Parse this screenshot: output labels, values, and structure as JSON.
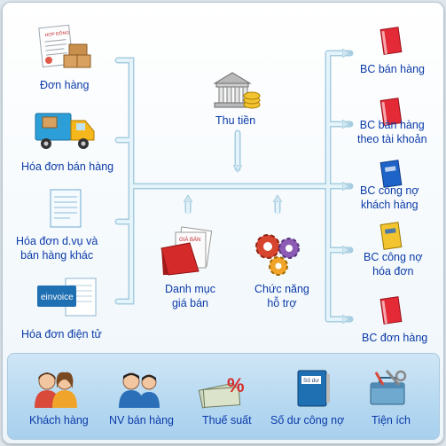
{
  "left_items": [
    "Đơn hàng",
    "Hóa đơn bán hàng",
    "Hóa đơn d.vụ và",
    "bán hàng khác",
    "Hóa đơn điện tử"
  ],
  "center_top": "Thu tiền",
  "center_bottom": [
    "Danh mục",
    "giá bán",
    "Chức năng",
    "hỗ trợ"
  ],
  "right_items": [
    "BC bán hàng",
    "BC bán hàng",
    "theo tài khoản",
    "BC công nợ",
    "khách hàng",
    "BC công nợ",
    "hóa đơn",
    "BC đơn hàng"
  ],
  "bottom_items": [
    "Khách hàng",
    "NV bán hàng",
    "Thuế suất",
    "Số dư công nợ",
    "Tiện ích"
  ],
  "icon_text": {
    "contract": "HỢP ĐỒNG",
    "einvoice": "einvoice",
    "price_tag": "GIÁ BÁN",
    "ledger": "Số dư"
  },
  "colors": {
    "label": "#0b3aa8",
    "line": "#cfe6f1",
    "line_edge": "#a6cde0",
    "red_book": "#e32a36",
    "blue_book": "#1e63c8"
  }
}
